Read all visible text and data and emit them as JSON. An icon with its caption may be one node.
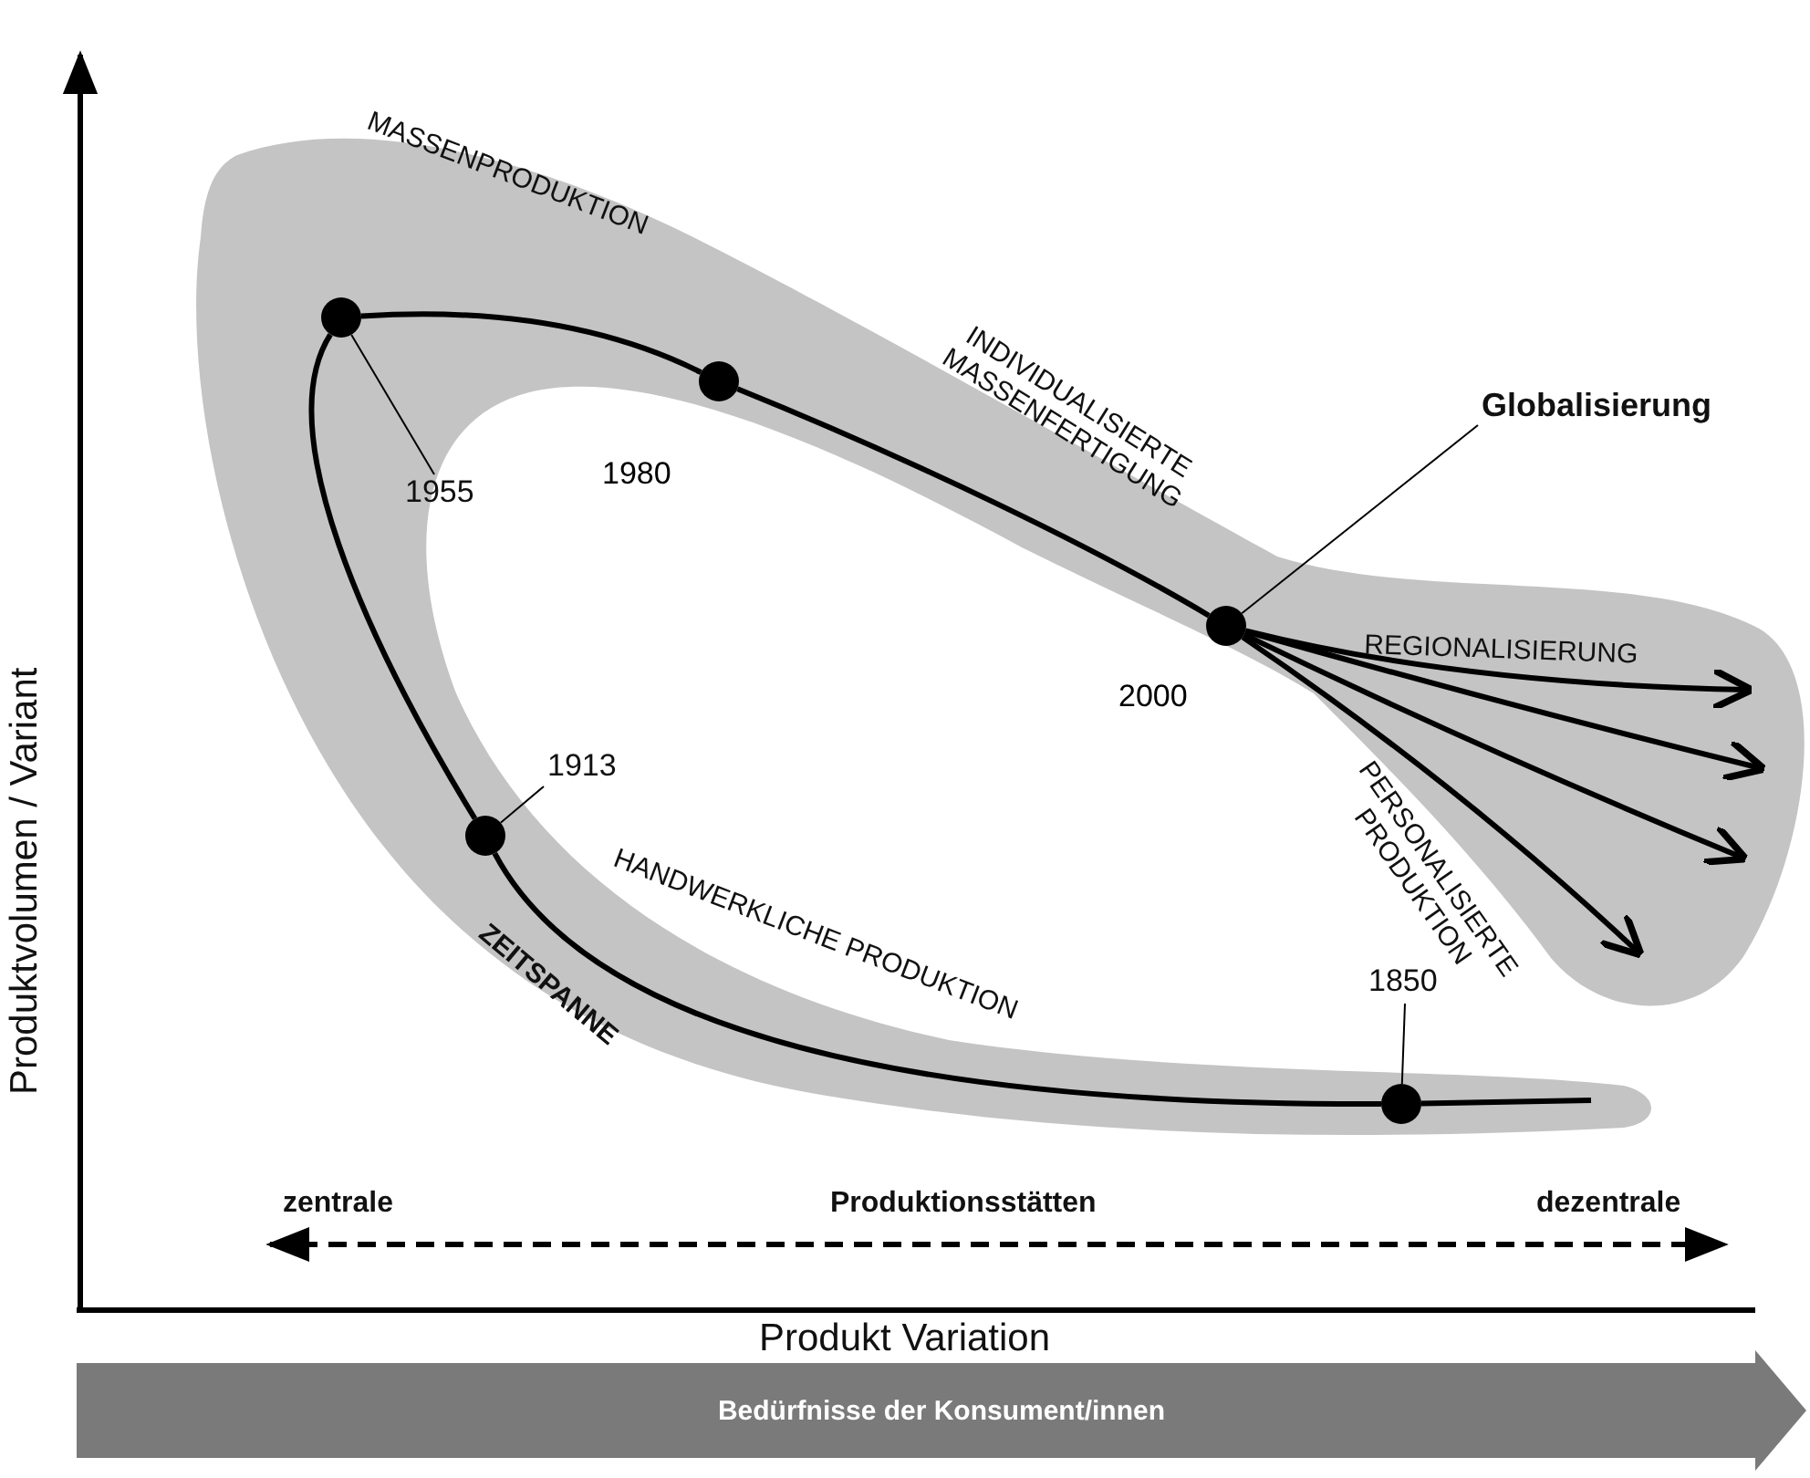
{
  "diagram": {
    "nodes": [
      {
        "text": [
          "1955"
        ]
      },
      {
        "text": [],
        "shape": "circle"
      },
      {
        "text": [],
        "shape": "circle",
        "beside": [
          "1980"
        ]
      },
      {
        "text": [
          "Globalisierung"
        ]
      },
      {
        "text": [],
        "shape": "circle",
        "beside": [
          "2000"
        ]
      },
      {
        "text": [
          "1913"
        ]
      },
      {
        "text": [],
        "shape": "circle"
      },
      {
        "text": [
          "1850"
        ]
      },
      {
        "text": [],
        "shape": "circle"
      },
      {
        "text": [
          "Bedürfnisse der Konsument/innen"
        ]
      }
    ],
    "edges": [
      {
        "from": 0,
        "to": 1,
        "arrow": "none"
      },
      {
        "from": 3,
        "to": 4,
        "arrow": "none"
      },
      {
        "from": 5,
        "to": 6,
        "arrow": "none"
      },
      {
        "from": 7,
        "to": 8,
        "arrow": "none"
      },
      {
        "from": null,
        "to": 8,
        "arrow": "none"
      },
      {
        "from": 8,
        "to": 6,
        "arrow": "none"
      },
      {
        "from": 6,
        "to": 1,
        "arrow": "none"
      },
      {
        "from": 1,
        "to": 2,
        "arrow": "none"
      },
      {
        "from": 2,
        "to": 4,
        "arrow": "none"
      },
      {
        "from": 4,
        "to": null,
        "arrow": "to"
      },
      {
        "from": 4,
        "to": null,
        "arrow": "to"
      },
      {
        "from": 4,
        "to": null,
        "arrow": "to"
      },
      {
        "from": 4,
        "to": null,
        "arrow": "to"
      }
    ],
    "labels": [
      "MASSENPRODUKTION",
      "INDIVIDUALISIERTE MASSENFERTIGUNG",
      "REGIONALISIERUNG",
      "ZEITSPANNE",
      "HANDWERKLICHE PRODUKTION",
      "PERSONALISIERTE PRODUKTION",
      "zentrale",
      "Produktionsstätten",
      "dezentrale",
      "Produktvolumen / Variant",
      "Produkt Variation"
    ]
  }
}
